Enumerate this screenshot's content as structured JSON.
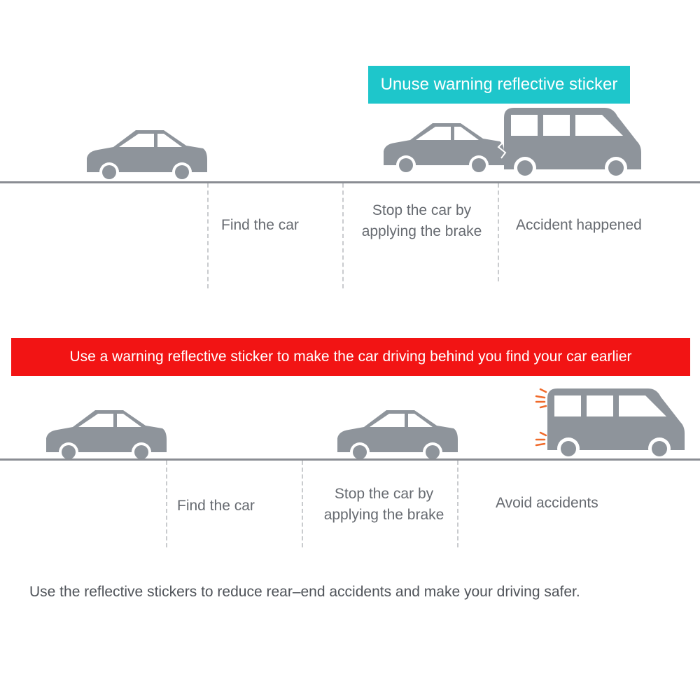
{
  "top_scenario": {
    "banner": "Unuse warning reflective sticker",
    "steps": [
      {
        "lines": [
          "Find the car"
        ]
      },
      {
        "lines": [
          "Stop the car by",
          "applying the brake"
        ]
      },
      {
        "lines": [
          "Accident happened"
        ]
      }
    ]
  },
  "bottom_scenario": {
    "banner": "Use a warning reflective sticker to make the car driving behind you find your car earlier",
    "steps": [
      {
        "lines": [
          "Find the car"
        ]
      },
      {
        "lines": [
          "Stop the car by",
          "applying the brake"
        ]
      },
      {
        "lines": [
          "Avoid accidents"
        ]
      }
    ]
  },
  "footer": "Use the reflective stickers to reduce rear–end accidents and make your driving safer.",
  "colors": {
    "banner_top": "#1ec6cb",
    "banner_bottom": "#f21414",
    "vehicle": "#8e949b",
    "reflective_glow": "#f06a2a",
    "road": "#8a8d93"
  }
}
